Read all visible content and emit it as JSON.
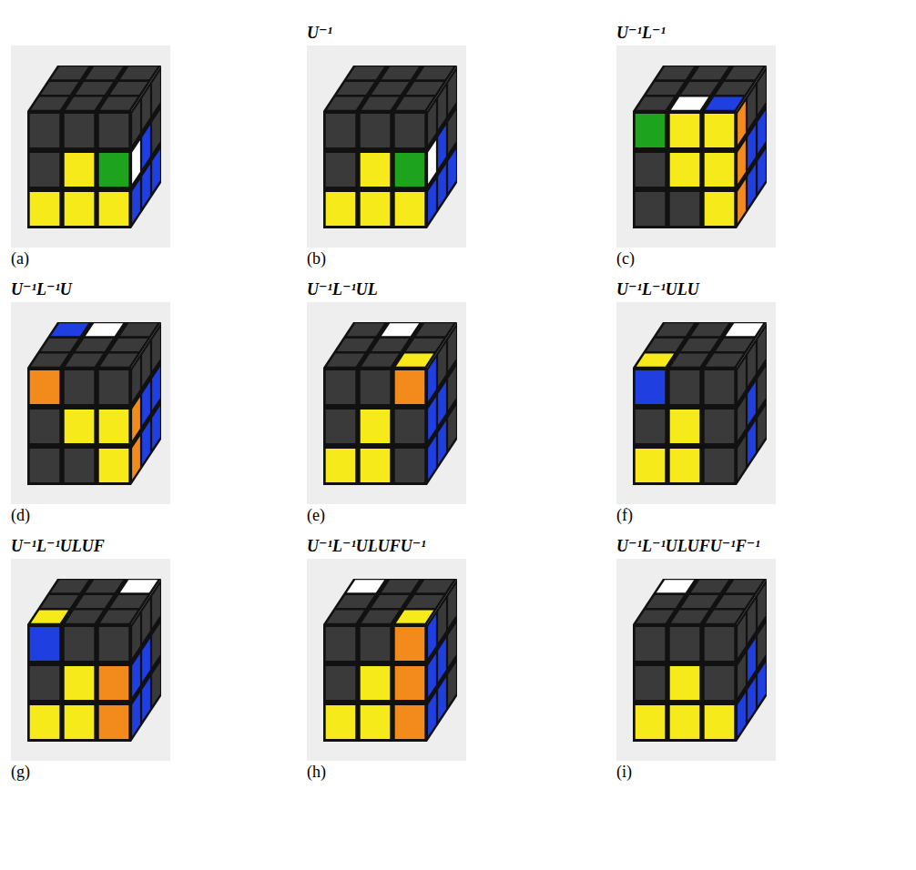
{
  "diagram": {
    "labels": [
      "U⁻¹",
      "U⁻¹L⁻¹",
      "(a)",
      "(b)",
      "(c)",
      "U⁻¹L⁻¹U",
      "U⁻¹L⁻¹UL",
      "U⁻¹L⁻¹ULU",
      "(d)",
      "(e)",
      "(f)",
      "U⁻¹L⁻¹ULUF",
      "U⁻¹L⁻¹ULUFU⁻¹",
      "U⁻¹L⁻¹ULUFU⁻¹F⁻¹",
      "(g)",
      "(h)",
      "(i)"
    ]
  }
}
